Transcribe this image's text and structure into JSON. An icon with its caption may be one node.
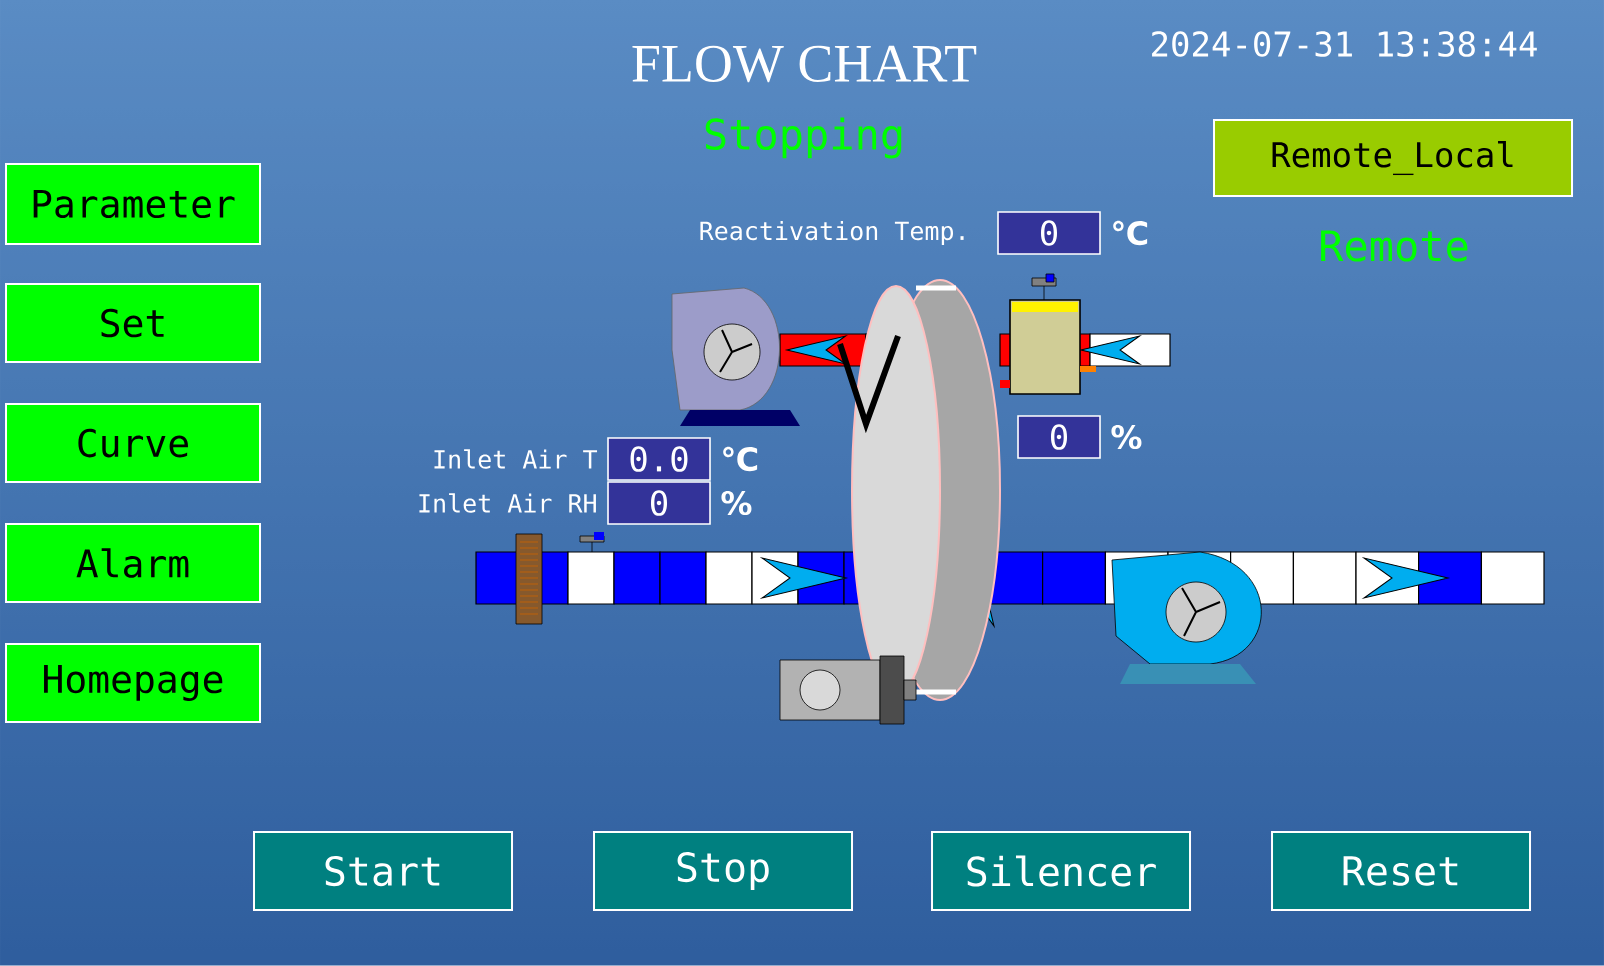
{
  "diagram": {
    "title": "FLOW CHART",
    "nodes": [
      {
        "text": [
          "Remote_Local"
        ]
      },
      {
        "text": [
          "Parameter"
        ]
      },
      {
        "text": [
          "0"
        ],
        "beside": [
          "Reactivation Temp.",
          "℃"
        ]
      },
      {
        "text": [
          "Set"
        ]
      },
      {
        "text": [
          "0"
        ],
        "beside": [
          "%"
        ]
      },
      {
        "text": [
          "Curve"
        ]
      },
      {
        "text": [
          "0.0"
        ],
        "beside": [
          "Inlet Air T",
          "℃"
        ]
      },
      {
        "text": [
          "0"
        ],
        "beside": [
          "Inlet Air RH",
          "%"
        ]
      },
      {
        "text": [
          "Alarm"
        ]
      },
      {
        "text": [
          "Homepage"
        ]
      },
      {
        "text": [
          "Start"
        ]
      },
      {
        "text": [
          "Stop"
        ]
      },
      {
        "text": [
          "Silencer"
        ]
      },
      {
        "text": [
          "Reset"
        ]
      }
    ],
    "labels": [
      "2024-07-31 13:38:44",
      "Stopping",
      "Remote"
    ]
  }
}
